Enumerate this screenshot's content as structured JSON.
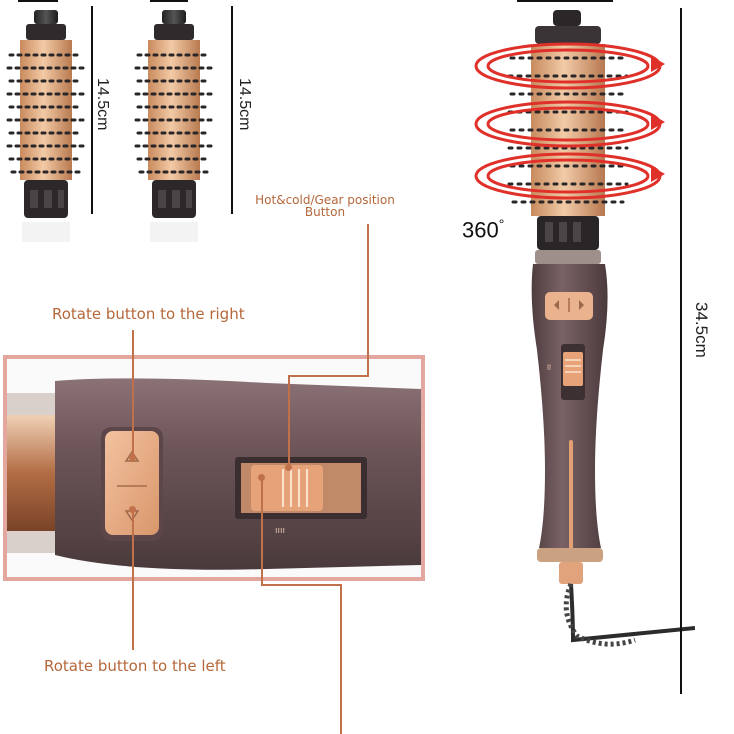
{
  "brush_heads": {
    "left_length": "14.5cm",
    "right_length": "14.5cm"
  },
  "product": {
    "rotation_label": "360",
    "rotation_unit": "°",
    "total_length": "34.5cm"
  },
  "annotations": {
    "gear_button_line1": "Hot&cold/Gear position",
    "gear_button_line2": "Button",
    "rotate_right": "Rotate button to the right",
    "rotate_left": "Rotate button to the left"
  },
  "colors": {
    "rose_gold": "#e7b58d",
    "handle_purple": "#6c5558",
    "bristle_black": "#2a2527",
    "accent_orange": "#c0714a",
    "frame_pink": "#e3a7a0",
    "rotation_red": "#e0302a"
  },
  "icons": [
    "arrow-up-icon",
    "arrow-down-icon",
    "rotation-arrows-icon"
  ]
}
